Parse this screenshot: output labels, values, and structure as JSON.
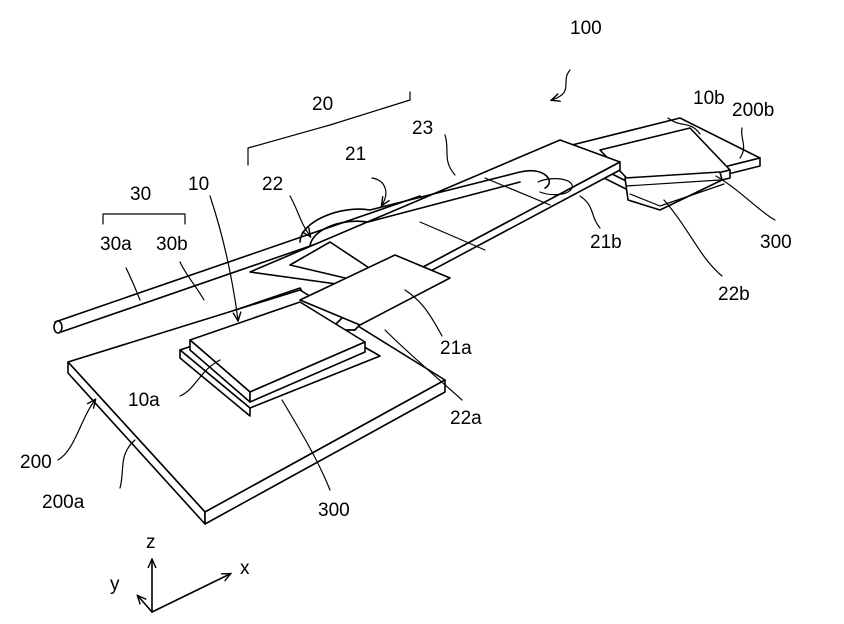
{
  "labels": {
    "l100": "100",
    "l20": "20",
    "l23": "23",
    "l21": "21",
    "l22": "22",
    "l10": "10",
    "l30": "30",
    "l30a": "30a",
    "l30b": "30b",
    "l10b": "10b",
    "l200b": "200b",
    "l21b": "21b",
    "l300r": "300",
    "l22b": "22b",
    "l21a": "21a",
    "l22a": "22a",
    "l10a": "10a",
    "l200": "200",
    "l200a": "200a",
    "l300": "300",
    "axis_z": "z",
    "axis_y": "y",
    "axis_x": "x"
  }
}
